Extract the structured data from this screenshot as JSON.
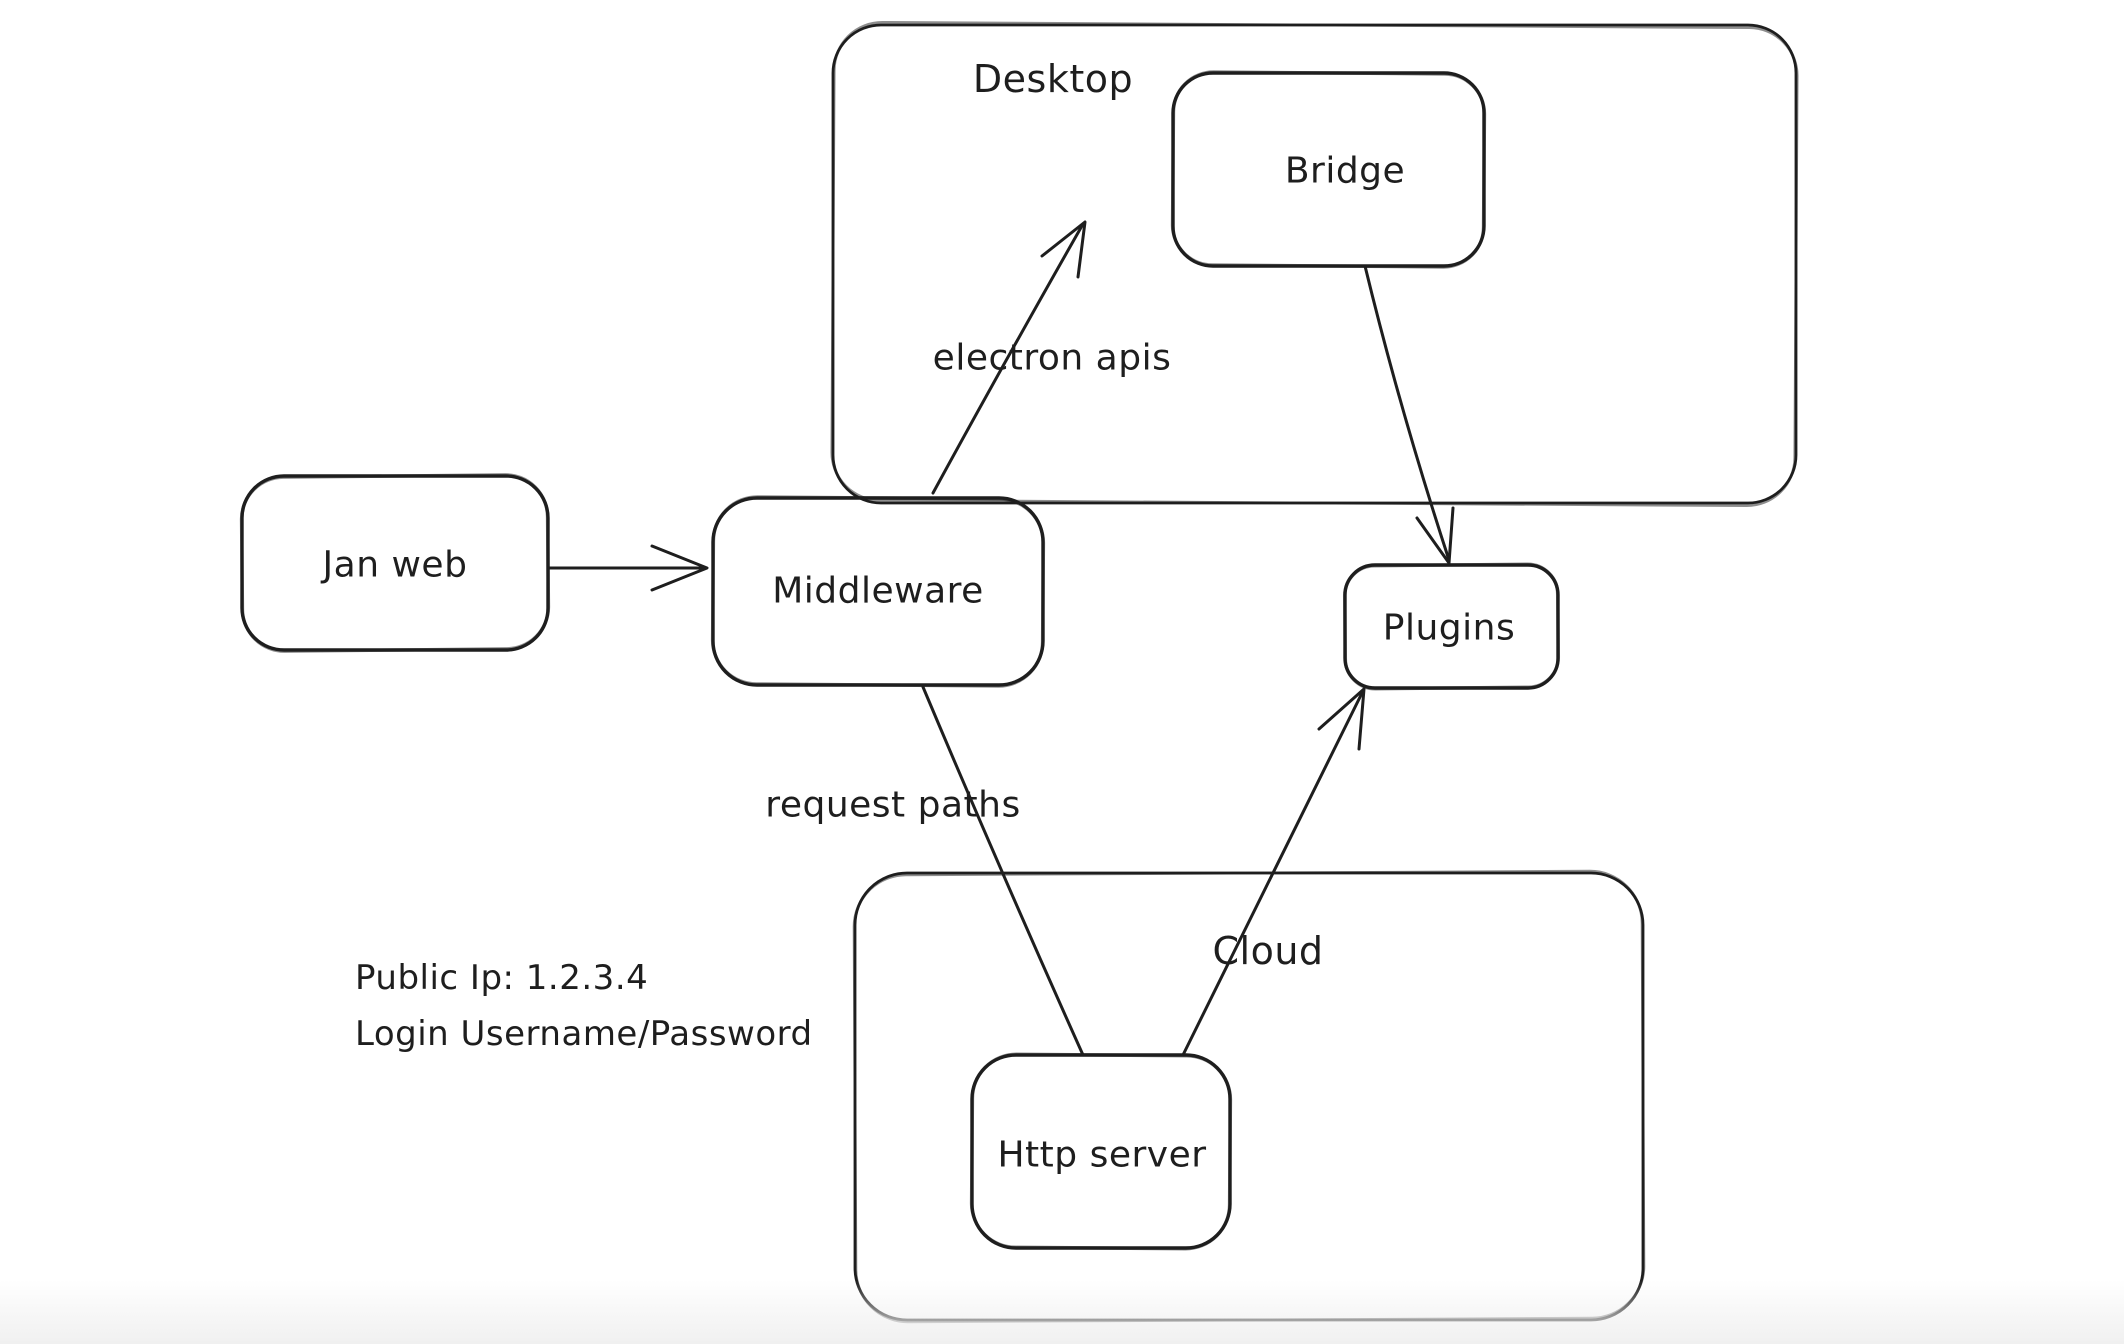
{
  "diagram": {
    "colors": {
      "stroke": "#1e1e1e",
      "background": "#ffffff"
    },
    "containers": [
      {
        "name": "desktop",
        "label": "Desktop"
      },
      {
        "name": "cloud",
        "label": "Cloud"
      }
    ],
    "nodes": [
      {
        "name": "jan-web",
        "label": "Jan web"
      },
      {
        "name": "middleware",
        "label": "Middleware"
      },
      {
        "name": "bridge",
        "label": "Bridge"
      },
      {
        "name": "plugins",
        "label": "Plugins"
      },
      {
        "name": "http-server",
        "label": "Http server"
      }
    ],
    "edges": [
      {
        "from": "jan-web",
        "to": "middleware",
        "label": ""
      },
      {
        "from": "middleware",
        "to": "bridge",
        "label": "electron apis"
      },
      {
        "from": "bridge",
        "to": "plugins",
        "label": ""
      },
      {
        "from": "middleware",
        "to": "http-server",
        "label": "request paths"
      },
      {
        "from": "http-server",
        "to": "plugins",
        "label": ""
      }
    ],
    "annotations": [
      {
        "name": "public-ip",
        "text": "Public Ip: 1.2.3.4"
      },
      {
        "name": "login-credentials",
        "text": "Login Username/Password"
      }
    ]
  }
}
